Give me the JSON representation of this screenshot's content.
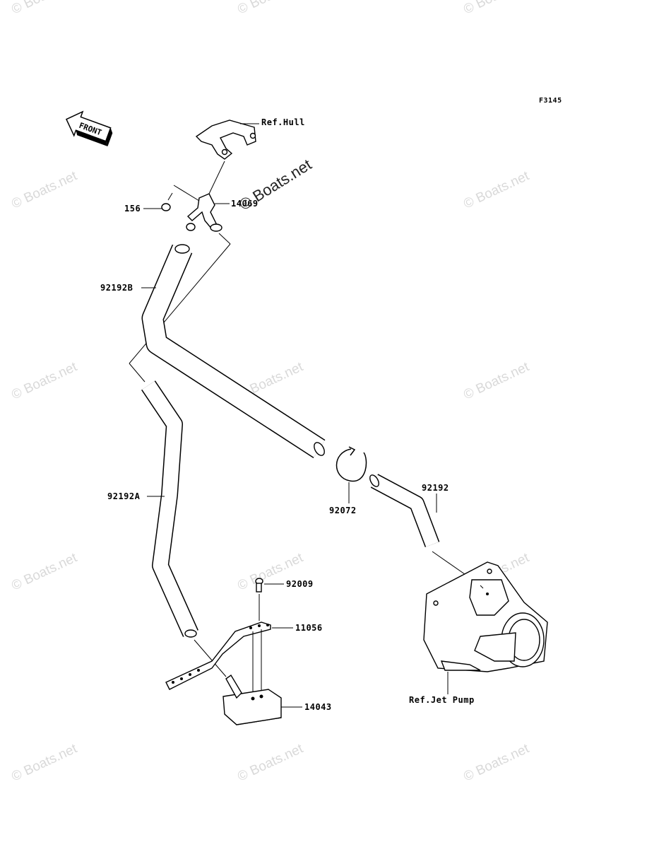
{
  "figure_id": "F3145",
  "front_label": "FRONT",
  "watermark": "© Boats.net",
  "overlay_watermark": "© Boats.net",
  "labels": {
    "ref_hull": "Ref.Hull",
    "p156": "156",
    "p14069": "14069",
    "p92192B": "92192B",
    "p92192A": "92192A",
    "p92072": "92072",
    "p92192": "92192",
    "p92009": "92009",
    "p11056": "11056",
    "p14043": "14043",
    "ref_jet_pump": "Ref.Jet Pump"
  }
}
